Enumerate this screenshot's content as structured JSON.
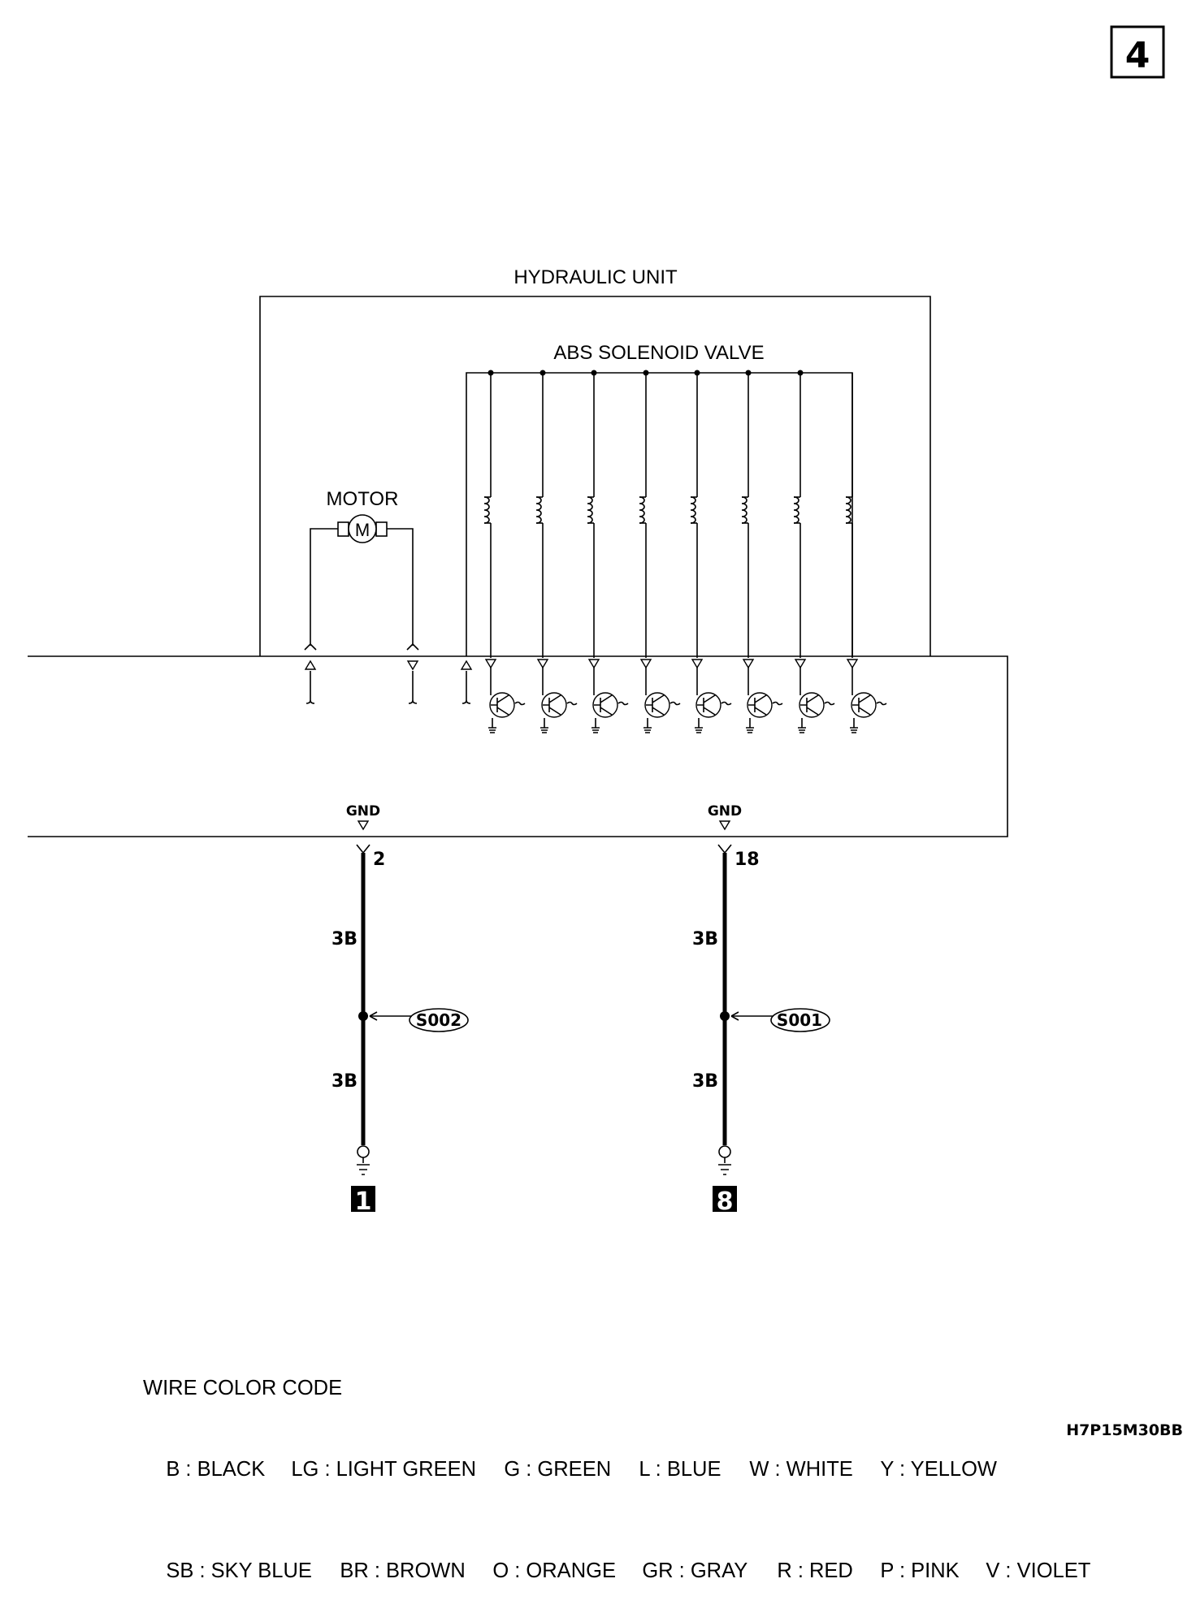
{
  "page_number": "4",
  "hydraulic_unit_label": "HYDRAULIC UNIT",
  "solenoid_label": "ABS SOLENOID VALVE",
  "motor_label": "MOTOR",
  "motor_symbol": "M",
  "grounds": [
    {
      "gnd_label": "GND",
      "pin": "2",
      "wire_top": "3B",
      "wire_bottom": "3B",
      "splice": "S002",
      "ground_point": "1"
    },
    {
      "gnd_label": "GND",
      "pin": "18",
      "wire_top": "3B",
      "wire_bottom": "3B",
      "splice": "S001",
      "ground_point": "8"
    }
  ],
  "wire_color_code": {
    "title": "WIRE COLOR CODE",
    "row1": [
      "B : BLACK",
      "LG : LIGHT GREEN",
      "G : GREEN",
      "L : BLUE",
      "W : WHITE",
      "Y : YELLOW"
    ],
    "row2": [
      "SB : SKY BLUE",
      "BR : BROWN",
      "O : ORANGE",
      "GR : GRAY",
      "R : RED",
      "P : PINK",
      "V : VIOLET"
    ]
  },
  "figure_code": "H7P15M30BB"
}
